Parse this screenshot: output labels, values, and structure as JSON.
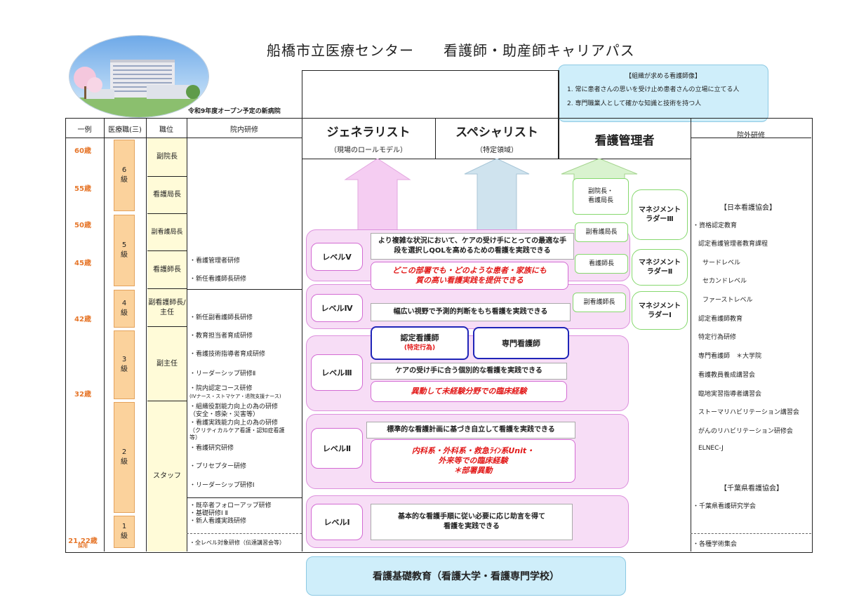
{
  "title": "船橋市立医療センター　　看護師・助産師キャリアパス",
  "building_caption": "令和9年度オープン予定の新病院",
  "org_goal": {
    "heading": "【組織が求める看護師像】",
    "items": [
      "1.  常に患者さんの思いを受け止め患者さんの立場に立てる人",
      "2.  専門職業人として確かな知識と技術を持つ人"
    ]
  },
  "headers": {
    "example": "一例",
    "grade": "医療職(三)",
    "position": "職位",
    "internal": "院内研修",
    "generalist": "ジェネラリスト",
    "generalist_sub": "（現場のロールモデル）",
    "specialist": "スペシャリスト",
    "specialist_sub": "（特定領域）",
    "manager": "看護管理者",
    "external": "院外研修"
  },
  "ages": [
    "60歳",
    "55歳",
    "50歳",
    "45歳",
    "42歳",
    "32歳",
    "21,22歳",
    "採用"
  ],
  "grades": [
    {
      "num": "6",
      "label": "級"
    },
    {
      "num": "5",
      "label": "級"
    },
    {
      "num": "4",
      "label": "級"
    },
    {
      "num": "3",
      "label": "級"
    },
    {
      "num": "2",
      "label": "級"
    },
    {
      "num": "1",
      "label": "級"
    }
  ],
  "positions": [
    "副院長",
    "看護局長",
    "副看護局長",
    "看護師長",
    "副看護師長/主任",
    "副主任",
    "スタッフ"
  ],
  "internal_training": [
    "・看護管理者研修",
    "・新任看護師長研修",
    "・新任副看護師長研修",
    "・教育担当者育成研修",
    "・看護技術指導者育成研修",
    "・リーダーシップ研修Ⅱ",
    "・院内認定コース研修",
    "(IVナース・ストマケア・退院支援ナース)",
    "・組織役割能力向上の為の研修",
    "（安全・感染・災害等）",
    "・看護実践能力向上の為の研修",
    "（クリティカルケア看護・認知症看護",
    "等）",
    "・看護研究研修",
    "・プリセプター研修",
    "・リーダーシップ研修Ⅰ",
    "・既卒者フォローアップ研修",
    "・基礎研修Ⅰ Ⅱ",
    "・新人看護実践研修",
    "・全レベル対象研修（伝達講習会等）"
  ],
  "levels": [
    {
      "label": "レベルⅤ",
      "desc": "より複雑な状況において、ケアの受け手にとっての最適な手段を選択しQOLを高めるための看護を実践できる",
      "red": [
        "どこの部署でも・どのような患者・家族にも",
        "質の高い看護実践を提供できる"
      ]
    },
    {
      "label": "レベルⅣ",
      "desc": "幅広い視野で予測的判断をもち看護を実践できる"
    },
    {
      "label": "レベルⅢ",
      "desc": "ケアの受け手に合う個別的な看護を実践できる",
      "red": [
        "異動して未経験分野での臨床経験"
      ]
    },
    {
      "label": "レベルⅡ",
      "desc": "標準的な看護計画に基づき自立して看護を実践できる",
      "red": [
        "内科系・外科系・救急ﾗｲﾝ系Unit・",
        "外来等での臨床経験",
        "＊部署異動"
      ]
    },
    {
      "label": "レベルⅠ",
      "desc": "基本的な看護手順に従い必要に応じ助言を得て看護を実践できる"
    }
  ],
  "certifications": {
    "cn": "認定看護師",
    "cn_sub": "(特定行為)",
    "cns": "専門看護師"
  },
  "manager_roles": [
    "副院長・看護局長",
    "副看護局長",
    "看護師長",
    "副看護師長"
  ],
  "manager_ladders": [
    "マネジメントラダーⅢ",
    "マネジメントラダーⅡ",
    "マネジメントラダーⅠ"
  ],
  "external_training": [
    "【日本看護協会】",
    "・資格認定教育",
    "認定看護管理者教育課程",
    "サードレベル",
    "セカンドレベル",
    "ファーストレベル",
    "認定看護師教育",
    "特定行為研修",
    "専門看護師　＊大学院",
    "看護教員養成講習会",
    "臨地実習指導者講習会",
    "ストーマリハビリテーション講習会",
    "がんのリハビリテーション研修会",
    "ELNEC-J",
    "【千葉県看護協会】",
    "・千葉県看護研究学会",
    "・各種学術集会"
  ],
  "basic_education": "看護基礎教育（看護大学・看護専門学校）",
  "colors": {
    "level_band": "#f7ddf6",
    "level_border": "#d36bd3",
    "generalist_arrow": "#f5cdf2",
    "specialist_arrow": "#cfe3ee",
    "manager_arrow": "#d9f3cf",
    "grade_fill": "#fbd29c",
    "position_fill": "#fffbd8",
    "age_text": "#e6762a",
    "highlight_text": "#e21818",
    "cert_border": "#1f25b8"
  }
}
